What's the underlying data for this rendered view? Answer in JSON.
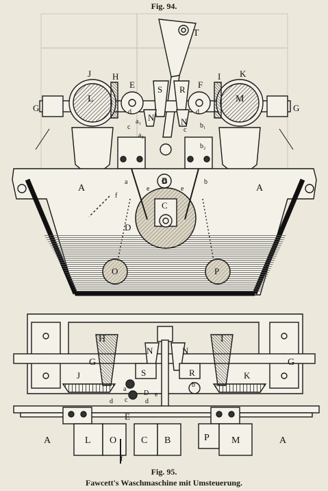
{
  "figures": {
    "top_title": "Fig. 94.",
    "bottom_title": "Fig. 95.",
    "caption": "Fawcett's Waschmaschine mit Umsteuerung."
  },
  "labels_top": {
    "T": "T",
    "J": "J",
    "H": "H",
    "E": "E",
    "S": "S",
    "R": "R",
    "F": "F",
    "I": "I",
    "K": "K",
    "G_left": "G",
    "G_right": "G",
    "L": "L",
    "M": "M",
    "N_left": "N",
    "N_right": "N",
    "d_left": "d",
    "d_right": "d",
    "c_left": "c",
    "c_right": "c",
    "a2": "a₂",
    "b2": "b₂",
    "a1": "a₁",
    "b1": "b₁",
    "A_left": "A",
    "A_right": "A",
    "a": "a",
    "b": "b",
    "B": "B",
    "C": "C",
    "D": "D",
    "e_left": "e",
    "e_right": "e",
    "f": "f",
    "O": "O",
    "P": "P"
  },
  "labels_bottom": {
    "H": "H",
    "I": "I",
    "G_left": "G",
    "G_right": "G",
    "J": "J",
    "K": "K",
    "N_left": "N",
    "N_right": "N",
    "S": "S",
    "R": "R",
    "a": "a",
    "b": "b",
    "c": "c",
    "D": "D",
    "d_left": "d",
    "d_right": "d",
    "e": "e",
    "E": "E",
    "f": "f",
    "A_left": "A",
    "L": "L",
    "O": "O",
    "C": "C",
    "B": "B",
    "P": "P",
    "M": "M",
    "A_right": "A"
  }
}
